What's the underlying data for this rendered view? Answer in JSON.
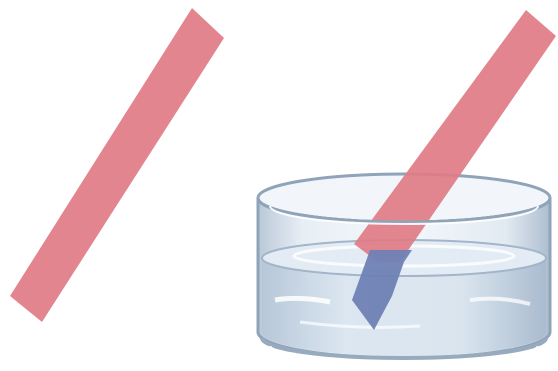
{
  "scene": {
    "background_color": "#ffffff",
    "items": [
      {
        "name": "dry-litmus-strip",
        "color": "#e07b86",
        "state": "dry"
      },
      {
        "name": "dipped-litmus-strip",
        "dry_color": "#e07b86",
        "wet_color": "#6f81b4",
        "state": "partially submerged"
      },
      {
        "name": "water-dish",
        "glass_color": "#c9d6e3",
        "water_color": "#d8e4ef"
      }
    ]
  }
}
